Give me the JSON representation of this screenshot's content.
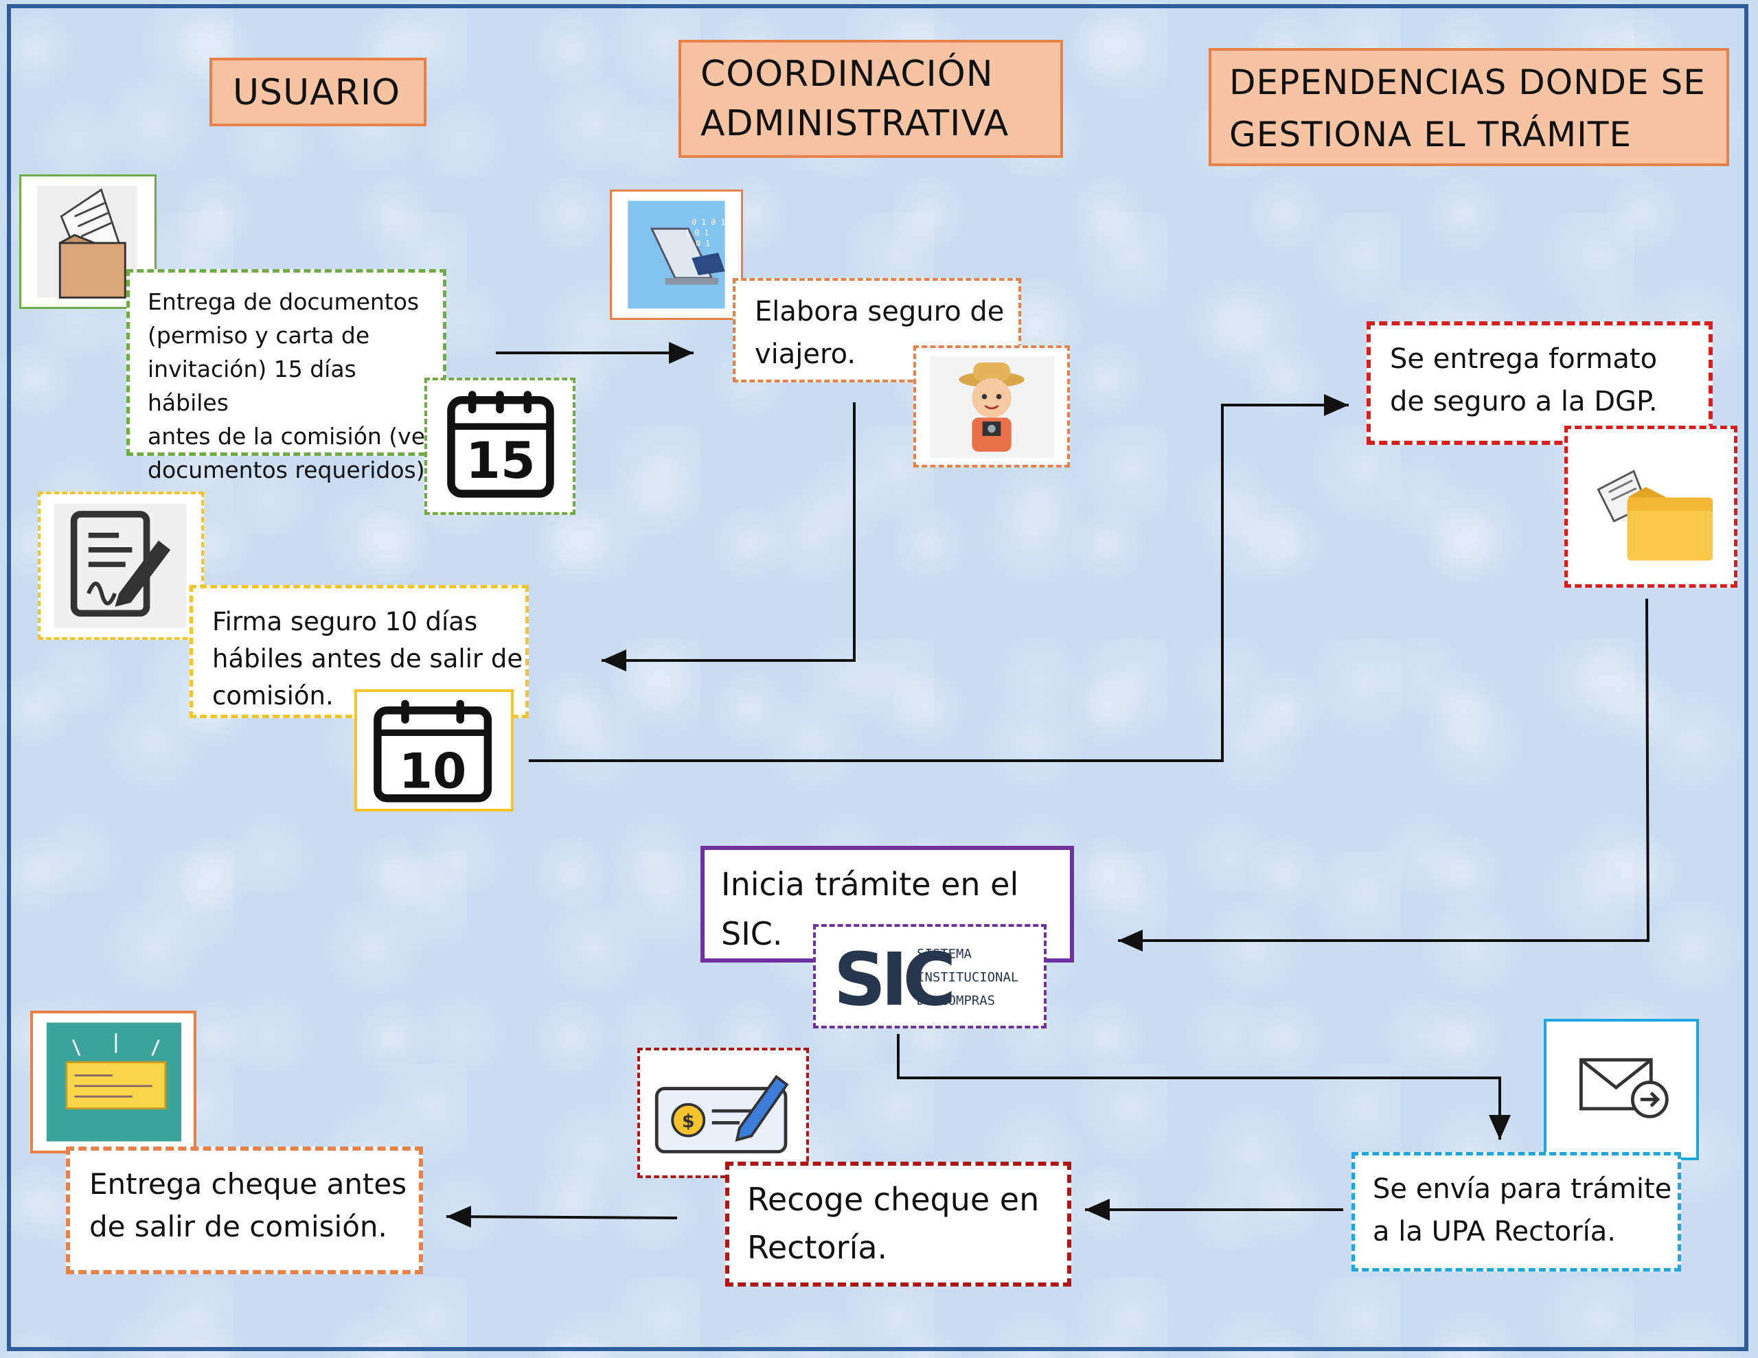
{
  "headers": {
    "usuario": "USUARIO",
    "coordinacion": "COORDINACIÓN\nADMINISTRATIVA",
    "dependencias": "DEPENDENCIAS DONDE SE\nGESTIONA EL TRÁMITE"
  },
  "steps": {
    "entrega_documentos": "Entrega de documentos\n(permiso y carta de\ninvitación) 15 días hábiles\nantes de la comisión (ver\ndocumentos requeridos).",
    "elabora_seguro": "Elabora seguro de\nviajero.",
    "firma_seguro": "Firma seguro 10 días\nhábiles antes de salir de\ncomisión.",
    "entrega_formato": "Se entrega formato\nde seguro a la DGP.",
    "inicia_tramite": "Inicia trámite en el\nSIC.",
    "envia_tramite": "Se envía para trámite\na la UPA Rectoría.",
    "recoge_cheque": "Recoge cheque en\nRectoría.",
    "entrega_cheque": "Entrega cheque antes\nde salir de comisión."
  },
  "calendars": {
    "day_15": "15",
    "day_10": "10"
  },
  "sic_logo": {
    "mark": "SIC",
    "line1": "SISTEMA",
    "line2": "INSTITUCIONAL",
    "line3": "DE COMPRAS"
  },
  "colors": {
    "header_fill": "#f6c4a2",
    "header_border": "#e8804a",
    "green": "#6fac46",
    "orange": "#e8804a",
    "yellow": "#f5c32c",
    "red": "#d91e1e",
    "purple": "#7030a0",
    "cyan": "#1ea6e0",
    "dark_red": "#b01616"
  },
  "icons": {
    "documents": "documents-folder-icon",
    "laptop": "laptop-typing-icon",
    "traveler": "traveler-icon",
    "calendar15": "calendar-15-icon",
    "sign": "sign-document-icon",
    "calendar10": "calendar-10-icon",
    "folder": "folder-papers-icon",
    "sic": "sic-logo",
    "mail": "mail-send-icon",
    "cheque_pen": "cheque-pen-icon",
    "cheque": "cheque-icon"
  }
}
